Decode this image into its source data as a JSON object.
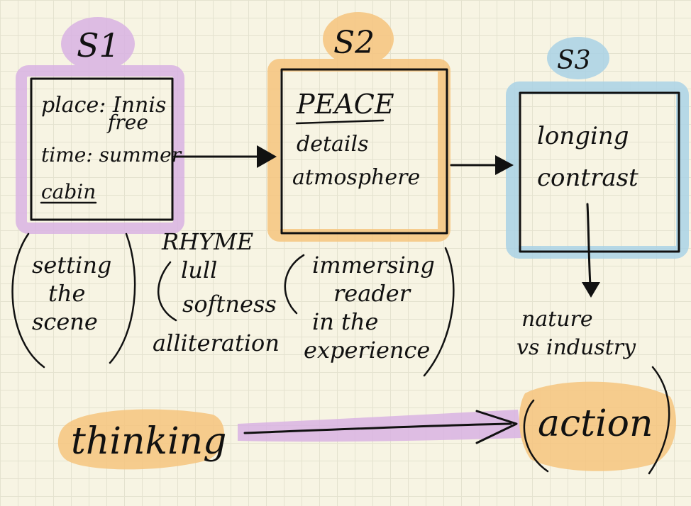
{
  "colors": {
    "paper": "#f7f4e3",
    "grid": "#e4e2cf",
    "ink": "#111111",
    "purple": "#d9b3e3",
    "orange": "#f6c47e",
    "blue": "#aad2e6"
  },
  "stages": [
    {
      "label": "S1",
      "highlight": "purple",
      "lines": [
        "place: Innis",
        "free",
        "time: summer",
        "cabin"
      ],
      "note": [
        "setting",
        "the",
        "scene"
      ]
    },
    {
      "label": "S2",
      "highlight": "orange",
      "lines": [
        "PEACE",
        "details",
        "atmosphere"
      ],
      "note": [
        "immersing",
        "reader",
        "in the",
        "experience"
      ]
    },
    {
      "label": "S3",
      "highlight": "blue",
      "lines": [
        "longing",
        "contrast"
      ],
      "note": [
        "nature",
        "vs industry"
      ]
    }
  ],
  "rhyme_note": [
    "RHYME",
    "lull",
    "softness",
    "alliteration"
  ],
  "bottom": {
    "start": "thinking",
    "end": "action"
  }
}
